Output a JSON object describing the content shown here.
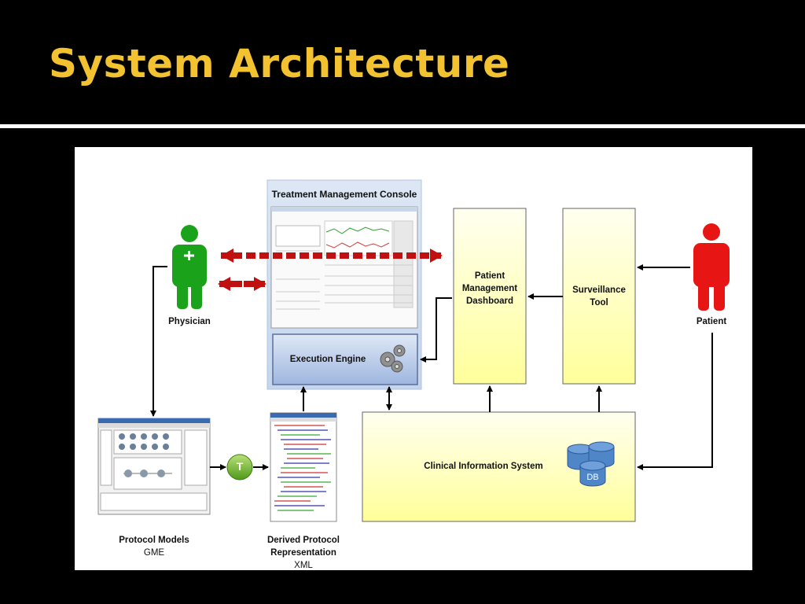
{
  "slide": {
    "title": "System Architecture"
  },
  "diagram": {
    "console_title": "Treatment Management Console",
    "execution_engine": "Execution Engine",
    "patient_dashboard": "Patient\nManagement\nDashboard",
    "surveillance_tool": "Surveillance\nTool",
    "clinical_system": "Clinical Information System",
    "db_label": "DB",
    "physician": "Physician",
    "patient": "Patient",
    "protocol_models": "Protocol Models",
    "protocol_models_sub": "GME",
    "derived_protocol": "Derived Protocol\nRepresentation",
    "derived_protocol_sub": "XML",
    "transform_label": "T"
  },
  "colors": {
    "title": "#f2c230",
    "physician": "#1aa31a",
    "patient": "#e81515",
    "yellow_box": "#ffffb0",
    "engine_blue": "#a9bfe3",
    "dashed_arrow": "#c01010"
  }
}
